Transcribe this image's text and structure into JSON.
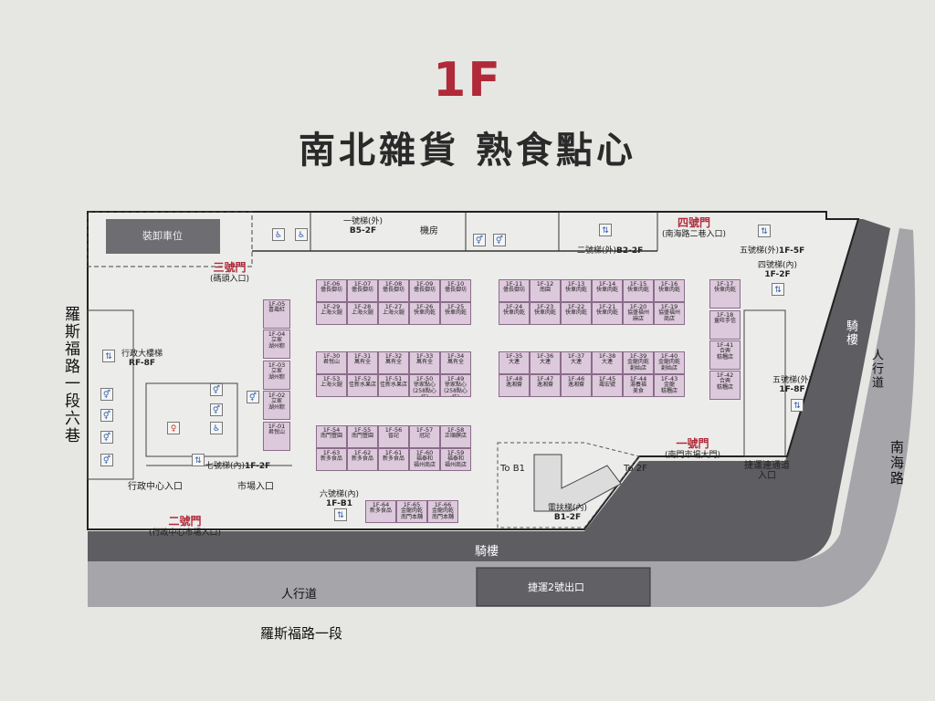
{
  "floor": "1F",
  "subtitle": "南北雜貨 熟食點心",
  "roads": {
    "left_lane": "羅斯福路一段六巷",
    "bottom": "羅斯福路一段",
    "right": "南海路",
    "sidewalk_bottom": "人行道",
    "sidewalk_right": "人行道",
    "arcade_bottom": "騎樓",
    "arcade_right": "騎樓"
  },
  "labels": {
    "loading": "裝卸車位",
    "machine_room": "機房",
    "mrt_exit": "捷運2號出口",
    "mrt_passage": "捷運連通道\n入口",
    "admin_entrance": "行政中心入口",
    "market_entrance": "市場入口",
    "to_b1": "To B1",
    "to_2f": "To 2F"
  },
  "doors": {
    "d1": {
      "main": "一號門",
      "sub": "(南門市場大門)"
    },
    "d2": {
      "main": "二號門",
      "sub": "(行政中心市場入口)"
    },
    "d3": {
      "main": "三號門",
      "sub": "(碼頭入口)"
    },
    "d4": {
      "main": "四號門",
      "sub": "(南海路二巷入口)"
    }
  },
  "elevators": {
    "e1": {
      "name": "一號梯(外)",
      "floors": "B5-2F"
    },
    "e2": {
      "name": "二號梯(外)",
      "floors": "B2-2F"
    },
    "e4": {
      "name": "四號梯(內)",
      "floors": "1F-2F"
    },
    "e5": {
      "name": "五號梯(外)",
      "floors": "1F-5F"
    },
    "e5b": {
      "name": "五號梯(外)",
      "floors": "1F-8F"
    },
    "e6": {
      "name": "六號梯(內)",
      "floors": "1F-B1"
    },
    "e7": {
      "name": "七號梯(內)",
      "floors": "1F-2F"
    },
    "admin": {
      "name": "行政大樓梯",
      "floors": "RF-8F"
    },
    "escalator": {
      "name": "電扶梯(內)",
      "floors": "B1-2F"
    }
  },
  "stalls": [
    {
      "code": "1F-06",
      "name": "億長御坊"
    },
    {
      "code": "1F-07",
      "name": "億長御坊"
    },
    {
      "code": "1F-08",
      "name": "億長御坊"
    },
    {
      "code": "1F-09",
      "name": "億長御坊"
    },
    {
      "code": "1F-10",
      "name": "億長御坊"
    },
    {
      "code": "1F-29",
      "name": "上海火腿"
    },
    {
      "code": "1F-28",
      "name": "上海火腿"
    },
    {
      "code": "1F-27",
      "name": "上海火腿"
    },
    {
      "code": "1F-26",
      "name": "快車肉乾"
    },
    {
      "code": "1F-25",
      "name": "快車肉乾"
    },
    {
      "code": "1F-11",
      "name": "億長御坊"
    },
    {
      "code": "1F-12",
      "name": "南園"
    },
    {
      "code": "1F-13",
      "name": "快車肉乾"
    },
    {
      "code": "1F-14",
      "name": "快車肉乾"
    },
    {
      "code": "1F-15",
      "name": "快車肉乾"
    },
    {
      "code": "1F-16",
      "name": "快車肉乾"
    },
    {
      "code": "1F-24",
      "name": "快車肉乾"
    },
    {
      "code": "1F-23",
      "name": "快車肉乾"
    },
    {
      "code": "1F-22",
      "name": "快車肉乾"
    },
    {
      "code": "1F-21",
      "name": "快車肉乾"
    },
    {
      "code": "1F-20",
      "name": "協盛福州\n麻店"
    },
    {
      "code": "1F-19",
      "name": "協盛福州\n商店"
    },
    {
      "code": "1F-30",
      "name": "君悅山"
    },
    {
      "code": "1F-31",
      "name": "萬有全"
    },
    {
      "code": "1F-32",
      "name": "萬有全"
    },
    {
      "code": "1F-33",
      "name": "萬有全"
    },
    {
      "code": "1F-34",
      "name": "萬有全"
    },
    {
      "code": "1F-53",
      "name": "上海火腿"
    },
    {
      "code": "1F-52",
      "name": "佳新水果店"
    },
    {
      "code": "1F-51",
      "name": "佳新水果店"
    },
    {
      "code": "1F-50",
      "name": "徐家點心\n(258點心坊)"
    },
    {
      "code": "1F-49",
      "name": "徐家點心\n(258點心坊)"
    },
    {
      "code": "1F-35",
      "name": "大連"
    },
    {
      "code": "1F-36",
      "name": "大連"
    },
    {
      "code": "1F-37",
      "name": "大連"
    },
    {
      "code": "1F-38",
      "name": "大連"
    },
    {
      "code": "1F-39",
      "name": "金龍肉乾\n創始店"
    },
    {
      "code": "1F-40",
      "name": "金龍肉乾\n創始店"
    },
    {
      "code": "1F-48",
      "name": "逸湘齋"
    },
    {
      "code": "1F-47",
      "name": "逸湘齋"
    },
    {
      "code": "1F-46",
      "name": "逸湘齋"
    },
    {
      "code": "1F-45",
      "name": "壽宏號"
    },
    {
      "code": "1F-44",
      "name": "湯養福\n美食"
    },
    {
      "code": "1F-43",
      "name": "金龍\n糕糰店"
    },
    {
      "code": "1F-54",
      "name": "南門豐園"
    },
    {
      "code": "1F-55",
      "name": "南門豐園"
    },
    {
      "code": "1F-56",
      "name": "晉記"
    },
    {
      "code": "1F-57",
      "name": "冠記"
    },
    {
      "code": "1F-58",
      "name": "正順饌店"
    },
    {
      "code": "1F-63",
      "name": "新多食品"
    },
    {
      "code": "1F-62",
      "name": "新多食品"
    },
    {
      "code": "1F-61",
      "name": "新多食品"
    },
    {
      "code": "1F-60",
      "name": "福泰和\n福州商店"
    },
    {
      "code": "1F-59",
      "name": "福泰和\n福州商店"
    },
    {
      "code": "1F-64",
      "name": "新多食品"
    },
    {
      "code": "1F-65",
      "name": "金龍肉乾\n南門本舖"
    },
    {
      "code": "1F-66",
      "name": "金龍肉乾\n南門本舖"
    },
    {
      "code": "1F-05",
      "name": "喜壽紅"
    },
    {
      "code": "1F-04",
      "name": "立家\n湖州粽"
    },
    {
      "code": "1F-03",
      "name": "立家\n湖州粽"
    },
    {
      "code": "1F-02",
      "name": "立家\n湖州粽"
    },
    {
      "code": "1F-01",
      "name": "君悅山"
    },
    {
      "code": "1F-17",
      "name": "快車肉乾"
    },
    {
      "code": "1F-18",
      "name": "童旺手信"
    },
    {
      "code": "1F-41",
      "name": "合興\n糕糰店"
    },
    {
      "code": "1F-42",
      "name": "合興\n糕糰店"
    }
  ],
  "colors": {
    "accent": "#b02a3a",
    "stall_fill": "#ddc9dc",
    "arcade": "#5a5a5e",
    "sidewalk": "#9e9ea3"
  }
}
